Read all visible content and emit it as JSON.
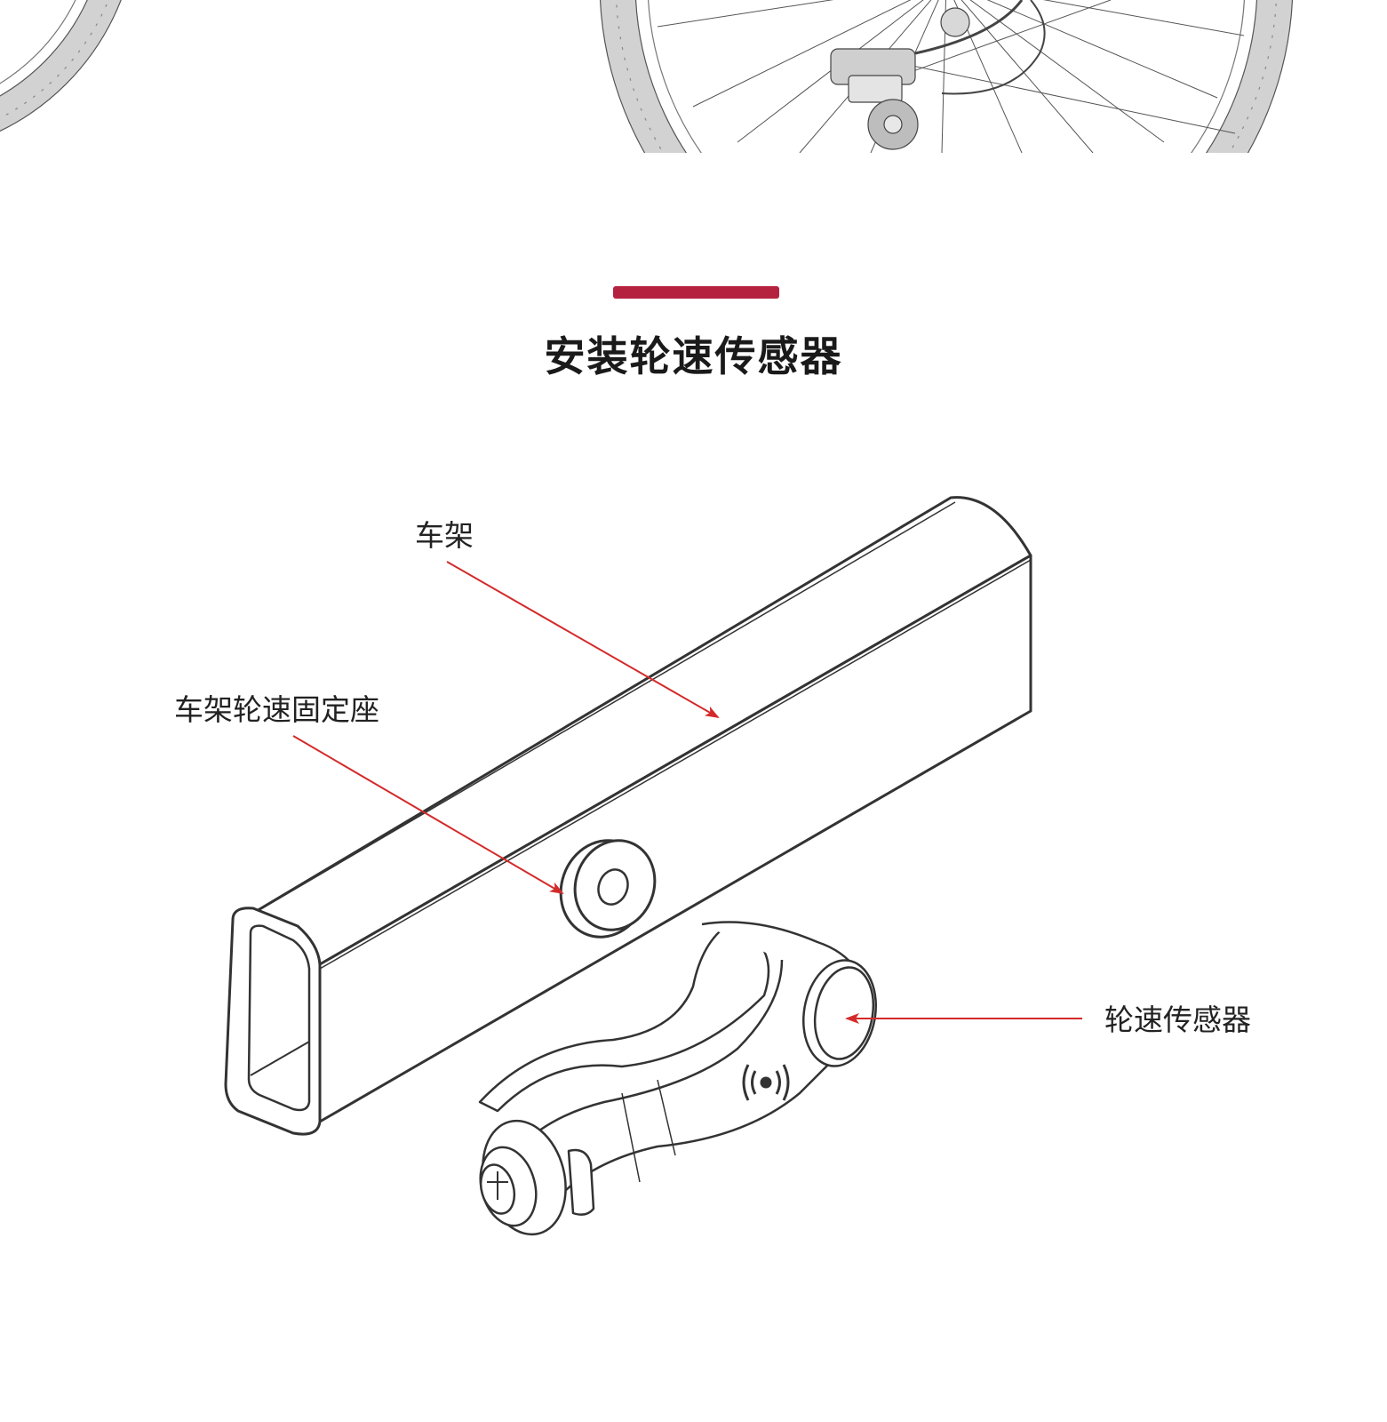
{
  "section": {
    "title": "安装轮速传感器"
  },
  "callouts": {
    "frame": "车架",
    "mount": "车架轮速固定座",
    "sensor": "轮速传感器"
  },
  "colors": {
    "accent": "#b5223f",
    "arrow": "#d42a2a",
    "line_art": "#333333",
    "tire": "#d0d0d0"
  },
  "icons": {
    "top": "bicycle-wheels-illustration",
    "frame": "frame-tube-drawing",
    "mount": "mount-washer-drawing",
    "sensor": "speed-sensor-drawing"
  }
}
